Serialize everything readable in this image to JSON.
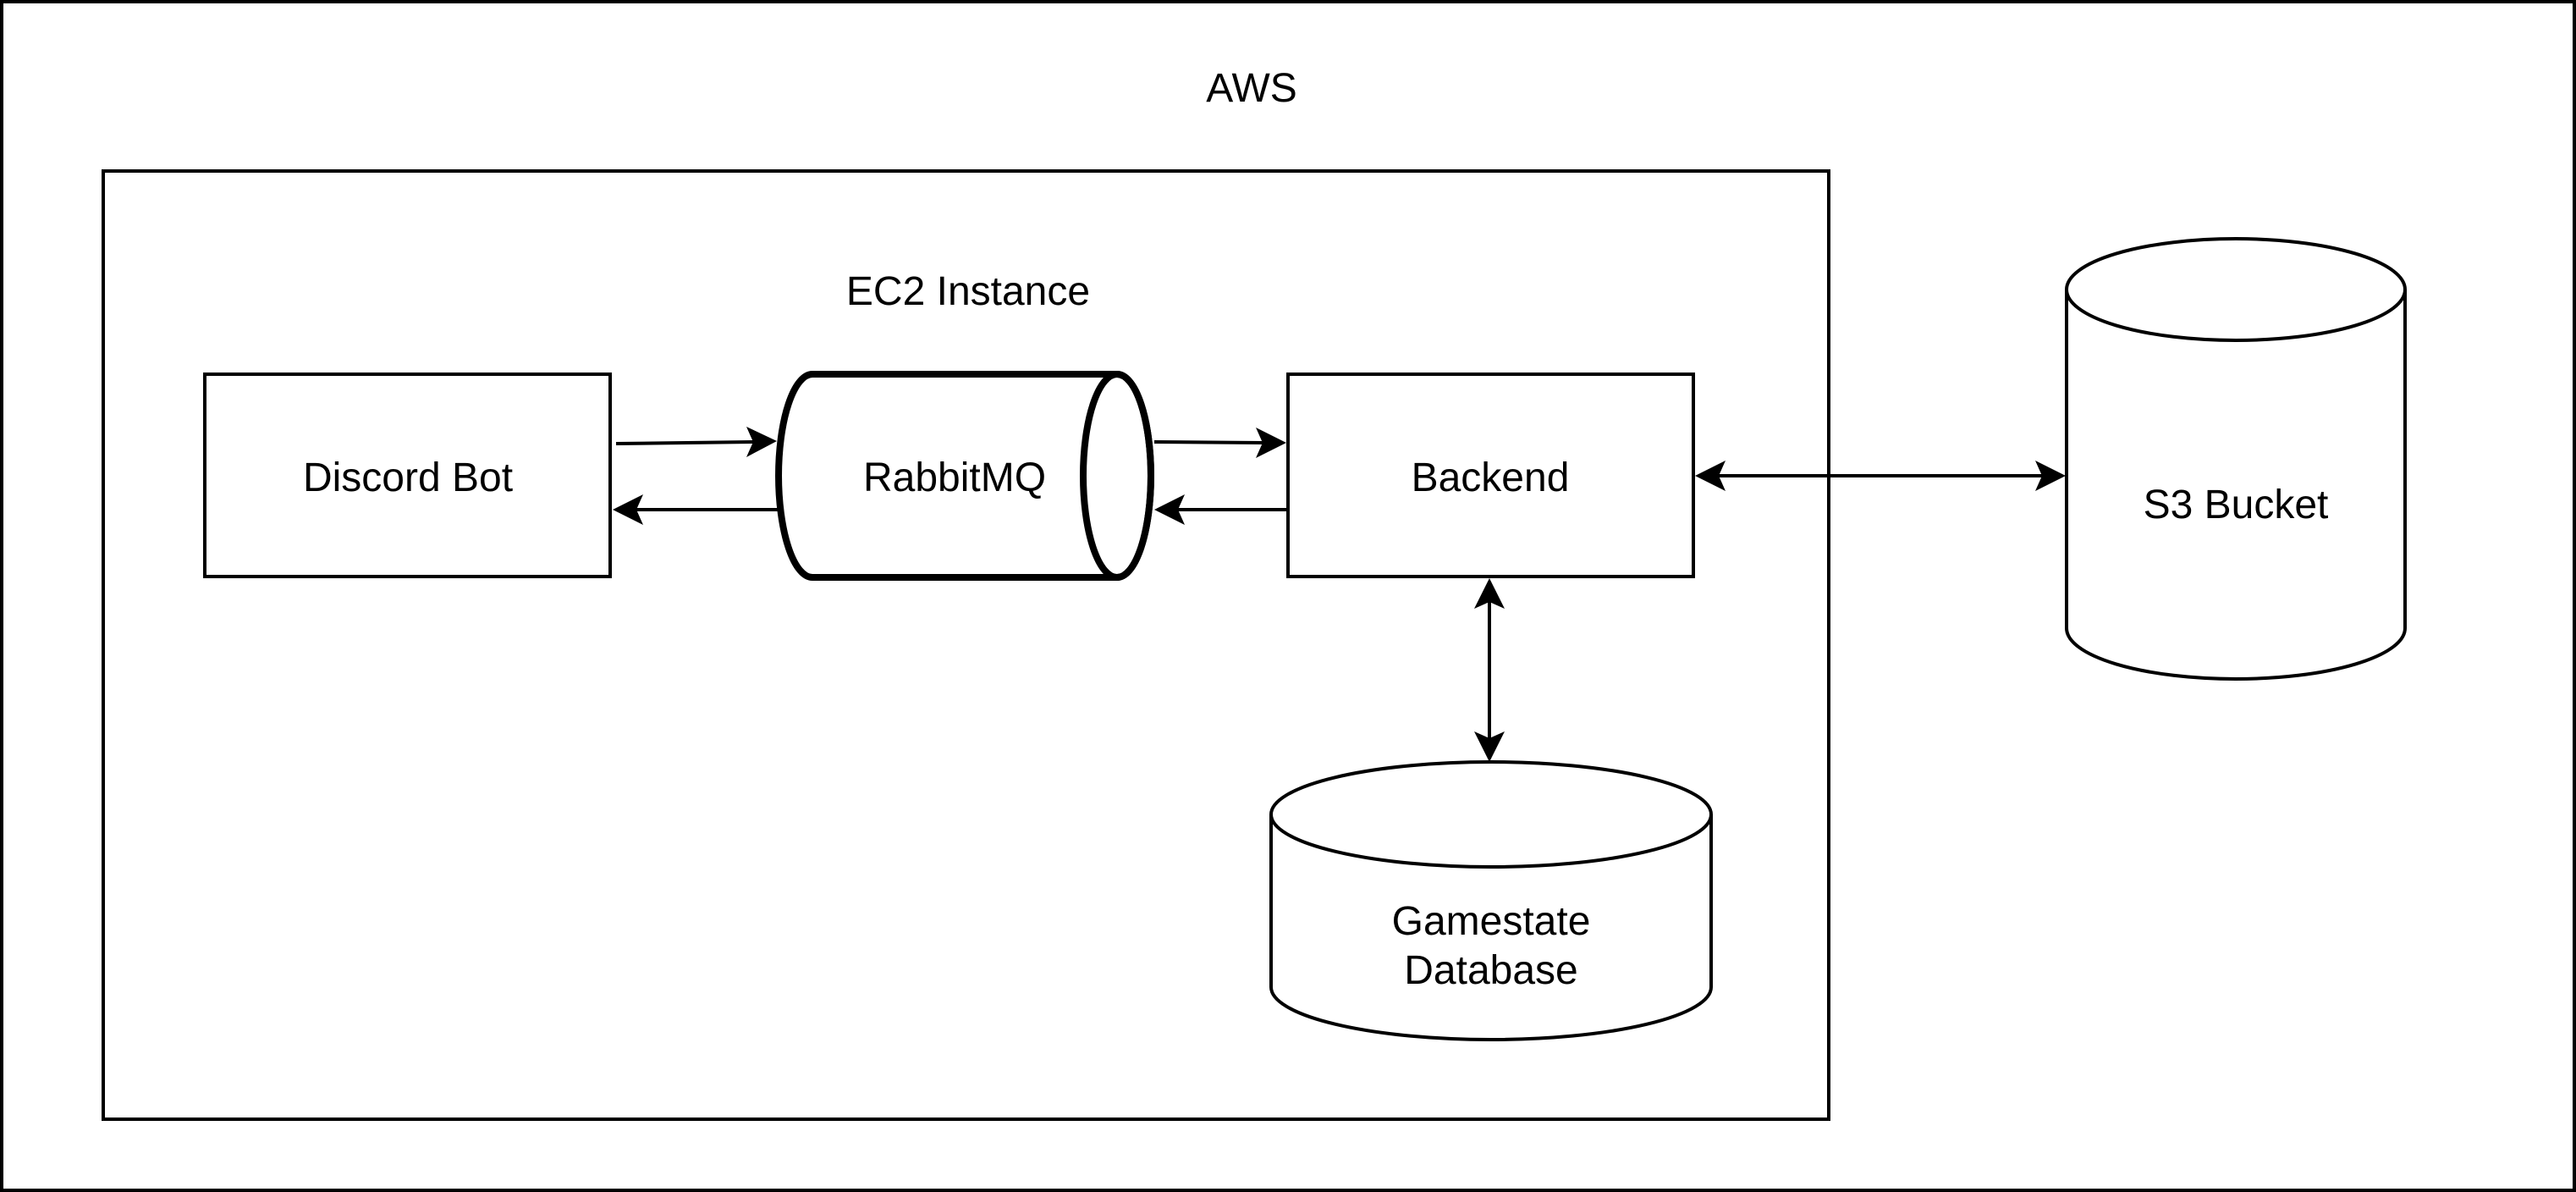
{
  "diagram": {
    "title": "AWS",
    "groups": [
      {
        "id": "aws",
        "label": "AWS"
      },
      {
        "id": "ec2",
        "label": "EC2 Instance"
      }
    ],
    "nodes": {
      "discord_bot": {
        "label": "Discord Bot",
        "shape": "rectangle"
      },
      "rabbitmq": {
        "label": "RabbitMQ",
        "shape": "horizontal-cylinder"
      },
      "backend": {
        "label": "Backend",
        "shape": "rectangle"
      },
      "gamestate_db": {
        "label_lines": [
          "Gamestate",
          "Database"
        ],
        "shape": "cylinder"
      },
      "s3_bucket": {
        "label": "S3 Bucket",
        "shape": "cylinder"
      }
    },
    "edges": [
      {
        "from": "Discord Bot",
        "to": "RabbitMQ",
        "direction": "one-way"
      },
      {
        "from": "RabbitMQ",
        "to": "Discord Bot",
        "direction": "one-way"
      },
      {
        "from": "RabbitMQ",
        "to": "Backend",
        "direction": "one-way"
      },
      {
        "from": "Backend",
        "to": "RabbitMQ",
        "direction": "one-way"
      },
      {
        "from": "Backend",
        "to": "S3 Bucket",
        "direction": "bidirectional"
      },
      {
        "from": "Backend",
        "to": "Gamestate Database",
        "direction": "bidirectional"
      }
    ],
    "colors": {
      "stroke": "#000000",
      "background": "#ffffff",
      "text": "#000000"
    }
  }
}
